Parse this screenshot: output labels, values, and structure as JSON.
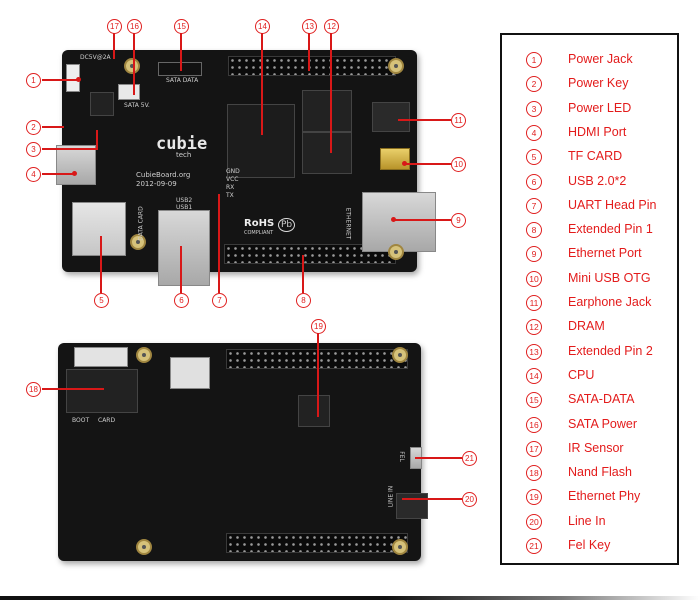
{
  "title": "Cubieboard component map",
  "colors": {
    "accent": "#e31b1b",
    "board": "#141414",
    "frame": "#111111"
  },
  "board_top": {
    "silkscreen": {
      "brand": "cubie",
      "brand_sub": "tech",
      "website": "CubieBoard.org",
      "date": "2012-09-09",
      "sata_data": "SATA DATA",
      "sata_5v": "SATA 5V.",
      "dc5v": "DC5V@2A",
      "usb2": "USB2",
      "usb1": "USB1",
      "data_card": "DATA CARD",
      "ethernet": "ETHERNET",
      "rohs": "RoHS",
      "rohs_sub": "COMPLIANT",
      "pb": "Pb",
      "uart_pins": [
        "GND",
        "VCC",
        "RX",
        "TX"
      ]
    },
    "callouts": [
      "1",
      "2",
      "3",
      "4",
      "5",
      "6",
      "7",
      "8",
      "9",
      "10",
      "11",
      "12",
      "13",
      "14",
      "15",
      "16",
      "17"
    ]
  },
  "board_bottom": {
    "silkscreen": {
      "boot": "BOOT",
      "card": "CARD",
      "fel": "FEL",
      "line_in": "LINE IN"
    },
    "callouts": [
      "18",
      "19",
      "20",
      "21"
    ]
  },
  "legend": {
    "items": [
      {
        "num": "1",
        "label": "Power  Jack"
      },
      {
        "num": "2",
        "label": "Power Key"
      },
      {
        "num": "3",
        "label": "Power LED"
      },
      {
        "num": "4",
        "label": "HDMI Port"
      },
      {
        "num": "5",
        "label": "TF CARD"
      },
      {
        "num": "6",
        "label": "USB 2.0*2"
      },
      {
        "num": "7",
        "label": "UART Head Pin"
      },
      {
        "num": "8",
        "label": "Extended Pin 1"
      },
      {
        "num": "9",
        "label": "Ethernet Port"
      },
      {
        "num": "10",
        "label": "Mini USB OTG"
      },
      {
        "num": "11",
        "label": "Earphone Jack"
      },
      {
        "num": "12",
        "label": "DRAM"
      },
      {
        "num": "13",
        "label": "Extended Pin 2"
      },
      {
        "num": "14",
        "label": "CPU"
      },
      {
        "num": "15",
        "label": "SATA-DATA"
      },
      {
        "num": "16",
        "label": "SATA  Power"
      },
      {
        "num": "17",
        "label": "IR  Sensor"
      },
      {
        "num": "18",
        "label": "Nand Flash"
      },
      {
        "num": "19",
        "label": "Ethernet Phy"
      },
      {
        "num": "20",
        "label": "Line In"
      },
      {
        "num": "21",
        "label": "Fel Key"
      }
    ]
  }
}
